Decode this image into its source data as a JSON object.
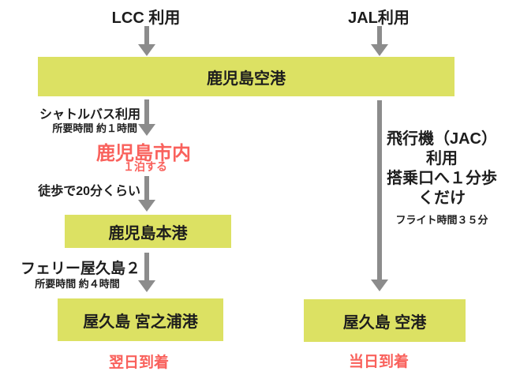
{
  "colors": {
    "node_box": "#dce163",
    "arrow": "#8c8c8c",
    "highlight_red": "#f9615c",
    "text": "#1d1d1d"
  },
  "headers": {
    "lcc": "LCC 利用",
    "jal": "JAL利用"
  },
  "nodes": {
    "kagoshima_airport": "鹿児島空港",
    "kagoshima_main_port": "鹿児島本港",
    "miyanoura_port": "屋久島 宮之浦港",
    "yakushima_airport": "屋久島 空港"
  },
  "lcc_route": {
    "shuttle_label": "シャトルバス利用",
    "shuttle_duration": "所要時間 約１時間",
    "city_stop": "鹿児島市内",
    "city_stop_note": "１泊する",
    "walk_label": "徒歩で20分くらい",
    "ferry_label": "フェリー屋久島２",
    "ferry_duration": "所要時間 約４時間",
    "arrival": "翌日到着"
  },
  "jal_route": {
    "flight_lines": [
      "飛行機（JAC）",
      "利用",
      "搭乗口へ１分歩",
      "くだけ"
    ],
    "flight_duration": "フライト時間３５分",
    "arrival": "当日到着"
  }
}
